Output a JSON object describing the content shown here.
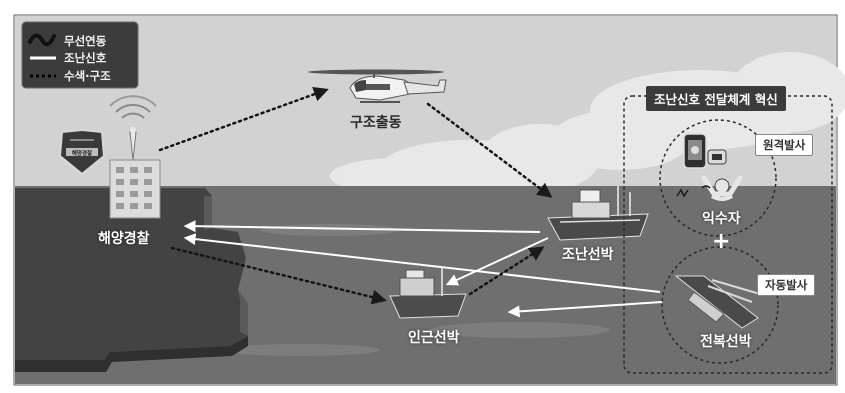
{
  "legend": {
    "items": [
      {
        "label": "무선연동",
        "style": "zigzag"
      },
      {
        "label": "조난신호",
        "style": "solid-white"
      },
      {
        "label": "수색·구조",
        "style": "dotted-black"
      }
    ]
  },
  "nodes": {
    "police": "해양경찰",
    "helicopter": "구조출동",
    "distress_ship": "조난선박",
    "nearby_ship": "인근선박",
    "drowning_person": "익수자",
    "capsized_ship": "전복선박",
    "police_badge_text": "해양경찰"
  },
  "innovation_box": {
    "title": "조난신호 전달체계 혁신",
    "remote_tag": "원격발사",
    "auto_tag": "자동발사",
    "plus": "+"
  },
  "colors": {
    "sky": "#d2d2d2",
    "sea": "#6f6f6f",
    "land": "#4a4a4a",
    "frame": "#5a5a5a"
  }
}
